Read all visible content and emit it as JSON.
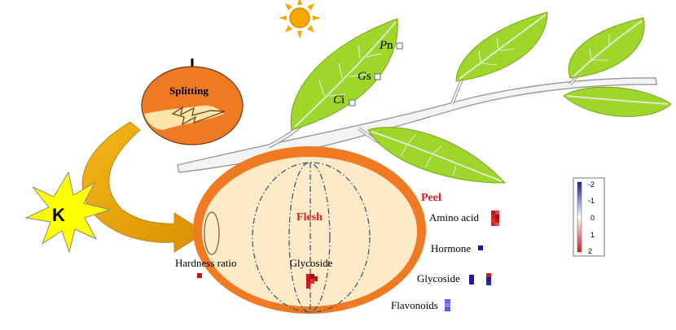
{
  "labels": {
    "splitting": "Splitting",
    "k": "K",
    "flesh": "Flesh",
    "peel": "Peel",
    "hardness_ratio": "Hardness ratio",
    "glycoside_flesh": "Glycoside",
    "amino_acid": "Amino acid",
    "hormone": "Hormone",
    "glycoside_peel": "Glycoside",
    "flavonoids": "Flavonoids"
  },
  "leaf_params": [
    {
      "italic": "P",
      "rest": "n"
    },
    {
      "italic": "G",
      "rest": "s"
    },
    {
      "italic": "C",
      "rest": "i"
    }
  ],
  "legend": {
    "ticks": [
      "-2",
      "-1",
      "0",
      "1",
      "2"
    ],
    "color_high": "#1a1aa6",
    "color_mid": "#ffffff",
    "color_low": "#e01818"
  },
  "colors": {
    "peel": "#f07a22",
    "flesh": "#fdebc8",
    "leaf": "#9ed62a",
    "sun": "#f5a800",
    "starburst": "#ffff00",
    "arrow": "#e8a500",
    "label_red": "#e01c1c"
  }
}
